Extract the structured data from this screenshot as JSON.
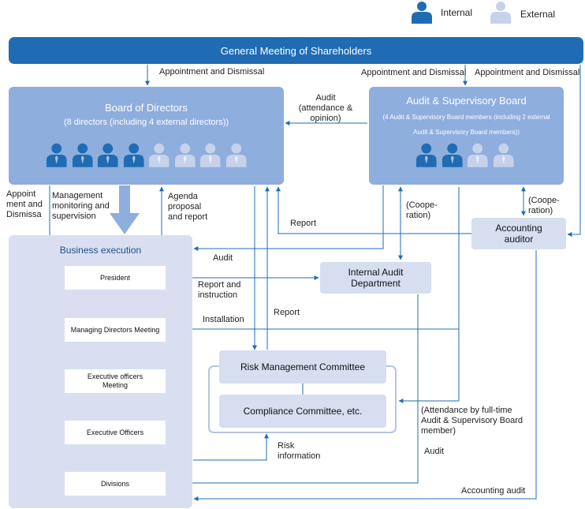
{
  "legend": {
    "internal_label": "Internal",
    "external_label": "External"
  },
  "general_meeting": {
    "label": "General Meeting of Shareholders"
  },
  "board_of_directors": {
    "title": "Board of Directors",
    "subtitle": "(8 directors (including 4 external directors))",
    "internal_count": 4,
    "external_count": 4
  },
  "audit_board": {
    "title": "Audit & Supervisory Board",
    "subtitle_line1": "(4 Audit & Supervisory Board members (including 2 external",
    "subtitle_line2": "Audit & Supervisory Board members))",
    "internal_count": 2,
    "external_count": 2
  },
  "business_execution": {
    "title": "Business execution",
    "items": [
      "President",
      "Managing Directors Meeting",
      "Executive  officers",
      "Meeting",
      "Executive  Officers",
      "Divisions"
    ]
  },
  "internal_audit": {
    "line1": "Internal Audit",
    "line2": "Department"
  },
  "accounting_auditor": {
    "line1": "Accounting",
    "line2": "auditor"
  },
  "risk_committee": {
    "label": "Risk Management Committee"
  },
  "compliance_committee": {
    "label": "Compliance Committee, etc."
  },
  "labels": {
    "appointment_left": "Appointment and Dismissal",
    "appointment_mid": "Appointment and Dismissal",
    "appointment_right": "Appointment and Dismissal",
    "audit_opinion": [
      "Audit",
      "(attendance &",
      "opinion)"
    ],
    "appoint_dismissa": [
      "Appoint",
      "ment and",
      "Dismissa"
    ],
    "management_monitoring": [
      "Management",
      "monitoring and",
      "supervision"
    ],
    "agenda": [
      "Agenda",
      "proposal",
      "and report"
    ],
    "report_top": "Report",
    "cooperation_left": [
      "(Coope-",
      "ration)"
    ],
    "cooperation_right": [
      "(Coope-",
      "ration)"
    ],
    "audit_mid": "Audit",
    "report_instruction": [
      "Report and",
      "instruction"
    ],
    "report_mid": "Report",
    "installation": "Installation",
    "attendance_note": [
      "(Attendance by full-time",
      "Audit & Supervisory Board",
      "member)"
    ],
    "audit_bottom": "Audit",
    "risk_information": [
      "Risk",
      "information"
    ],
    "accounting_audit": "Accounting audit"
  },
  "colors": {
    "dark_blue": "#1f6cb4",
    "mid_blue": "#8eaede",
    "light_blue": "#d9dff1",
    "person_internal": "#1f6cb4",
    "person_external": "#c6d2ea"
  }
}
